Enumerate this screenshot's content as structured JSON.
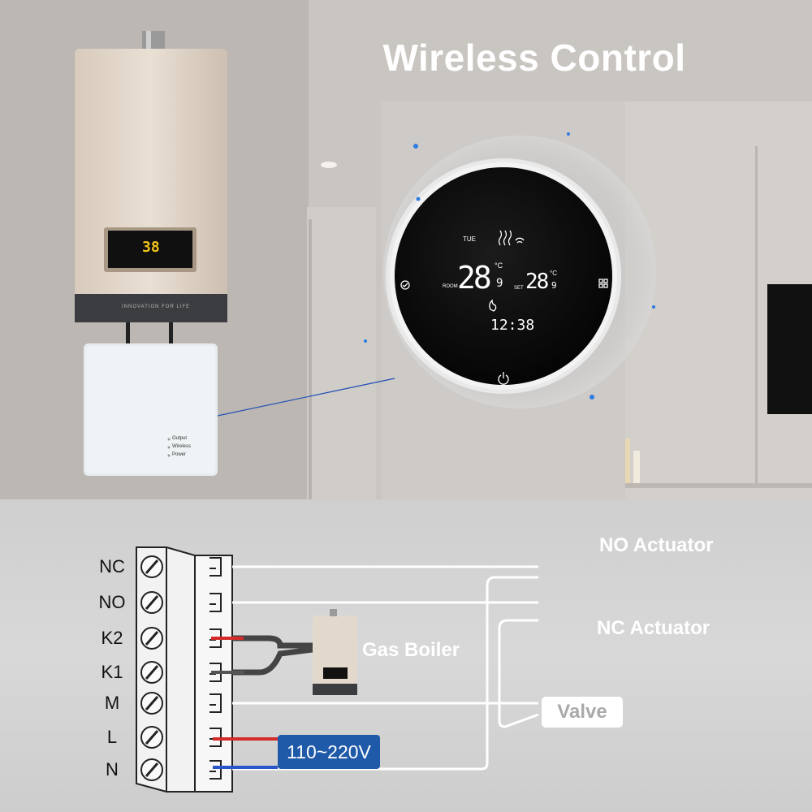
{
  "headline": "Wireless Control",
  "receiver": {
    "leds": [
      "Output",
      "Wireless",
      "Power"
    ]
  },
  "boiler_top": {
    "display_temp": "38",
    "brand_text": "INNOVATION FOR LIFE"
  },
  "thermostat": {
    "day": "TUE",
    "room_label": "ROOM",
    "room_temp": "28",
    "room_decimal": "9",
    "set_label": "SET",
    "set_temp": "28",
    "set_decimal": "9",
    "unit": "°C",
    "time": "12:38"
  },
  "wiring": {
    "terminals": [
      "NC",
      "NO",
      "K2",
      "K1",
      "M",
      "L",
      "N"
    ],
    "no_actuator": "NO Actuator",
    "nc_actuator": "NC Actuator",
    "gas_boiler": "Gas Boiler",
    "valve": "Valve",
    "voltage": "110~220V",
    "colors": {
      "live": "#d42a2a",
      "neutral": "#2a55c8",
      "signal": "#444444",
      "wire": "#ffffff"
    }
  }
}
